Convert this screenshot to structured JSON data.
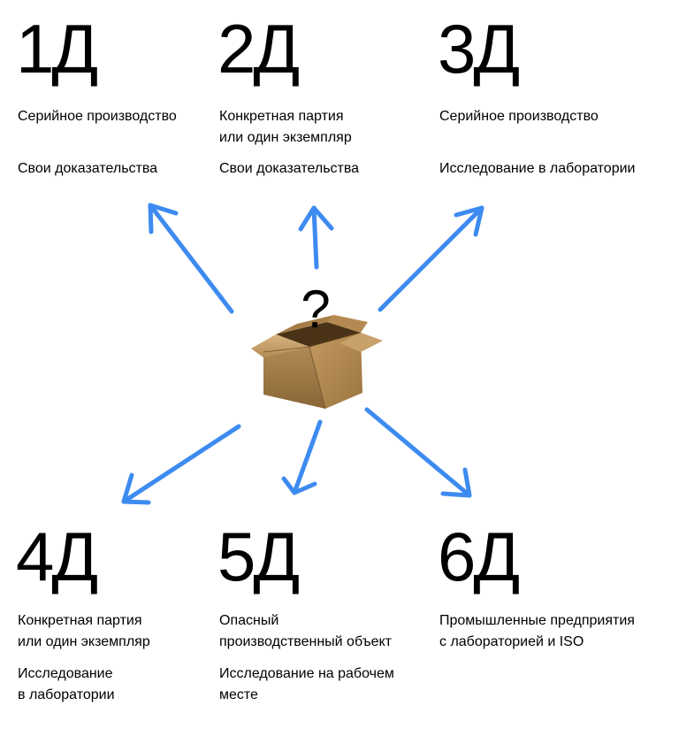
{
  "accent_color": "#3d8bf0",
  "center": {
    "question_mark": "?",
    "icon": "cardboard-box-icon"
  },
  "cards": [
    {
      "title": "1Д",
      "line1": "Серийное производство",
      "line2": "",
      "line3": "Свои доказательства",
      "line4": ""
    },
    {
      "title": "2Д",
      "line1": "Конкретная партия",
      "line2": "или один экземпляр",
      "line3": "Свои доказательства",
      "line4": ""
    },
    {
      "title": "3Д",
      "line1": "Серийное производство",
      "line2": "",
      "line3": "Исследование в лаборатории",
      "line4": ""
    },
    {
      "title": "4Д",
      "line1": "Конкретная партия",
      "line2": "или один экземпляр",
      "line3": "Исследование",
      "line4": "в лаборатории"
    },
    {
      "title": "5Д",
      "line1": "Опасный",
      "line2": "производственный объект",
      "line3": "Исследование на рабочем",
      "line4": "месте"
    },
    {
      "title": "6Д",
      "line1": "Промышленные предприятия",
      "line2": "с лабораторией и ISO",
      "line3": "",
      "line4": ""
    }
  ]
}
